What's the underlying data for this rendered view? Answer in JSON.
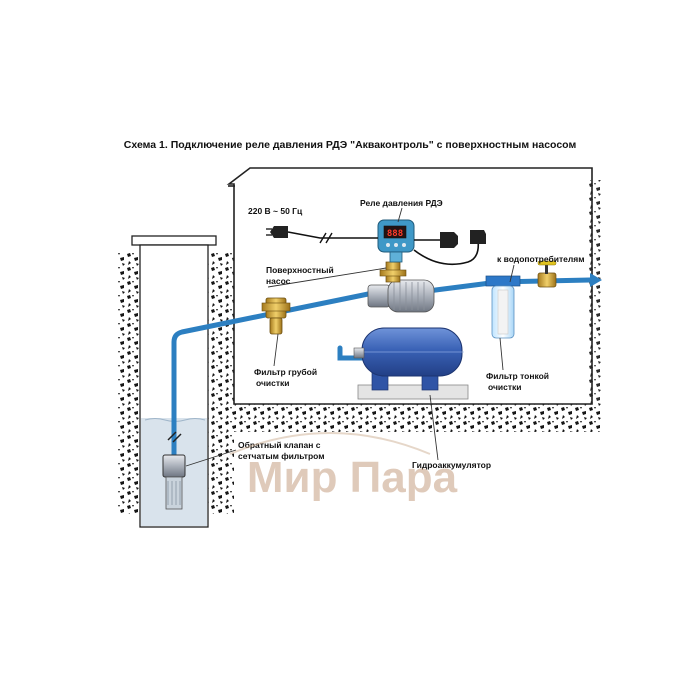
{
  "title": "Схема 1. Подключение реле давления РДЭ \"Акваконтроль\" с поверхностным насосом",
  "labels": {
    "power": "220 В ~ 50 Гц",
    "relay": "Реле давления РДЭ",
    "pump": [
      "Поверхностный",
      "насос"
    ],
    "consumers": "к водопотребителям",
    "coarse_filter": [
      "Фильтр грубой",
      "очистки"
    ],
    "fine_filter": [
      "Фильтр тонкой",
      "очистки"
    ],
    "check_valve": [
      "Обратный клапан с",
      "сетчатым фильтром"
    ],
    "accumulator": "Гидроаккумулятор"
  },
  "watermark": "Мир Пара",
  "relay_display": "888",
  "colors": {
    "pipe": "#2c7fc1",
    "tank": "#3b63b8",
    "soil": "#111111"
  }
}
